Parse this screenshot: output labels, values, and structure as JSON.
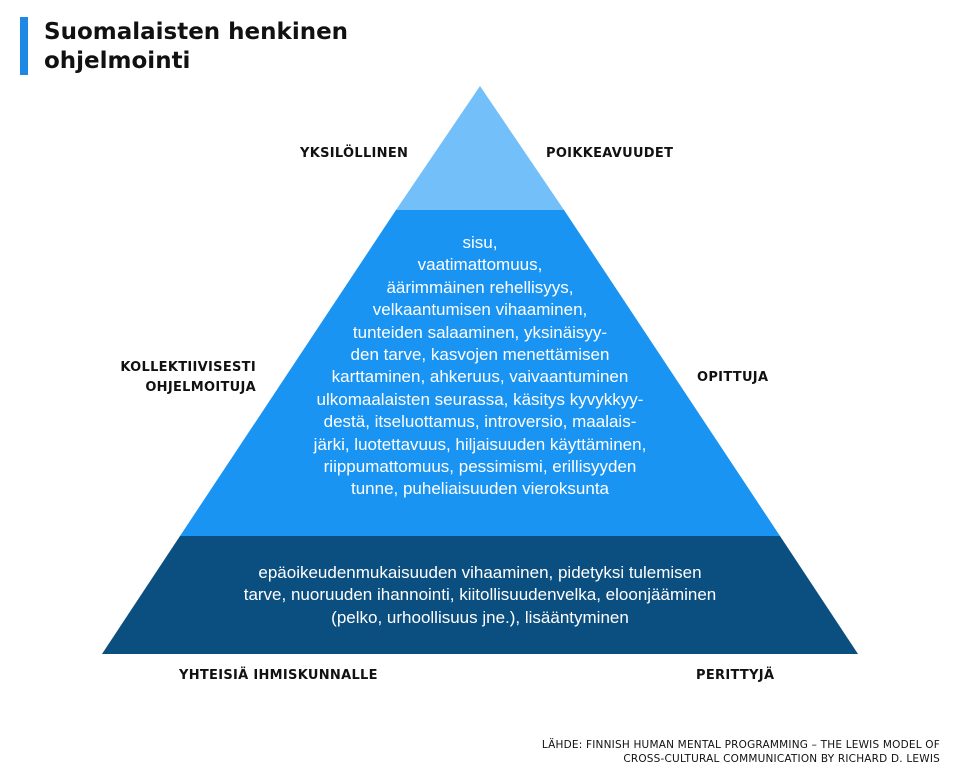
{
  "title": {
    "lines": [
      "Suomalaisten henkinen",
      "ohjelmointi"
    ]
  },
  "colors": {
    "accent": "#1e88e5",
    "top": "#73bff9",
    "middle": "#1994f2",
    "bottom": "#0b4e80"
  },
  "pyramid": {
    "middle_lines": [
      "sisu,",
      "vaatimattomuus,",
      "äärimmäinen rehellisyys,",
      "velkaantumisen vihaaminen,",
      "tunteiden salaaminen, yksinäisyy-",
      "den tarve, kasvojen menettämisen",
      "karttaminen, ahkeruus, vaivaantuminen",
      "ulkomaalaisten seurassa, käsitys kyvykkyy-",
      "destä, itseluottamus, introversio, maalais-",
      "järki, luotettavuus, hiljaisuuden käyttäminen,",
      "riippumattomuus, pessimismi, erillisyyden",
      "tunne, puheliaisuuden vieroksunta"
    ],
    "bottom_lines": [
      "epäoikeudenmukaisuuden vihaaminen, pidetyksi tulemisen",
      "tarve, nuoruuden ihannointi, kiitollisuudenvelka, eloonjääminen",
      "(pelko, urhoollisuus jne.), lisääntyminen"
    ]
  },
  "labels": {
    "top_left": "YKSILÖLLINEN",
    "top_right": "POIKKEAVUUDET",
    "middle_left": [
      "KOLLEKTIIVISESTI",
      "OHJELMOITUJA"
    ],
    "middle_right": "OPITTUJA",
    "bottom_left": "YHTEISIÄ IHMISKUNNALLE",
    "bottom_right": "PERITTYJÄ"
  },
  "source": {
    "lines": [
      "LÄHDE: FINNISH HUMAN MENTAL PROGRAMMING – THE LEWIS MODEL OF",
      "CROSS-CULTURAL COMMUNICATION BY RICHARD D. LEWIS"
    ]
  }
}
